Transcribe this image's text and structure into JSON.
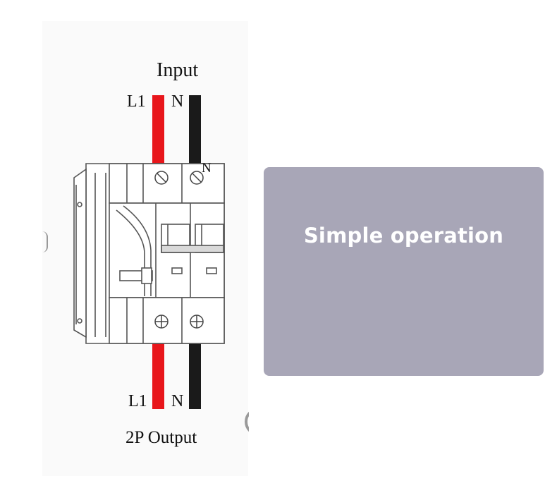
{
  "diagram": {
    "input_label": "Input",
    "output_label": "2P Output",
    "top_terminals": {
      "line": "L1",
      "neutral": "N"
    },
    "bottom_terminals": {
      "line": "L1",
      "neutral": "N"
    },
    "neutral_pole_marker": "N",
    "colors": {
      "line_wire": "#e8161b",
      "neutral_wire": "#1a1a1a",
      "outline": "#555555"
    }
  },
  "card": {
    "title": "Simple operation",
    "background": "#a8a6b7"
  }
}
